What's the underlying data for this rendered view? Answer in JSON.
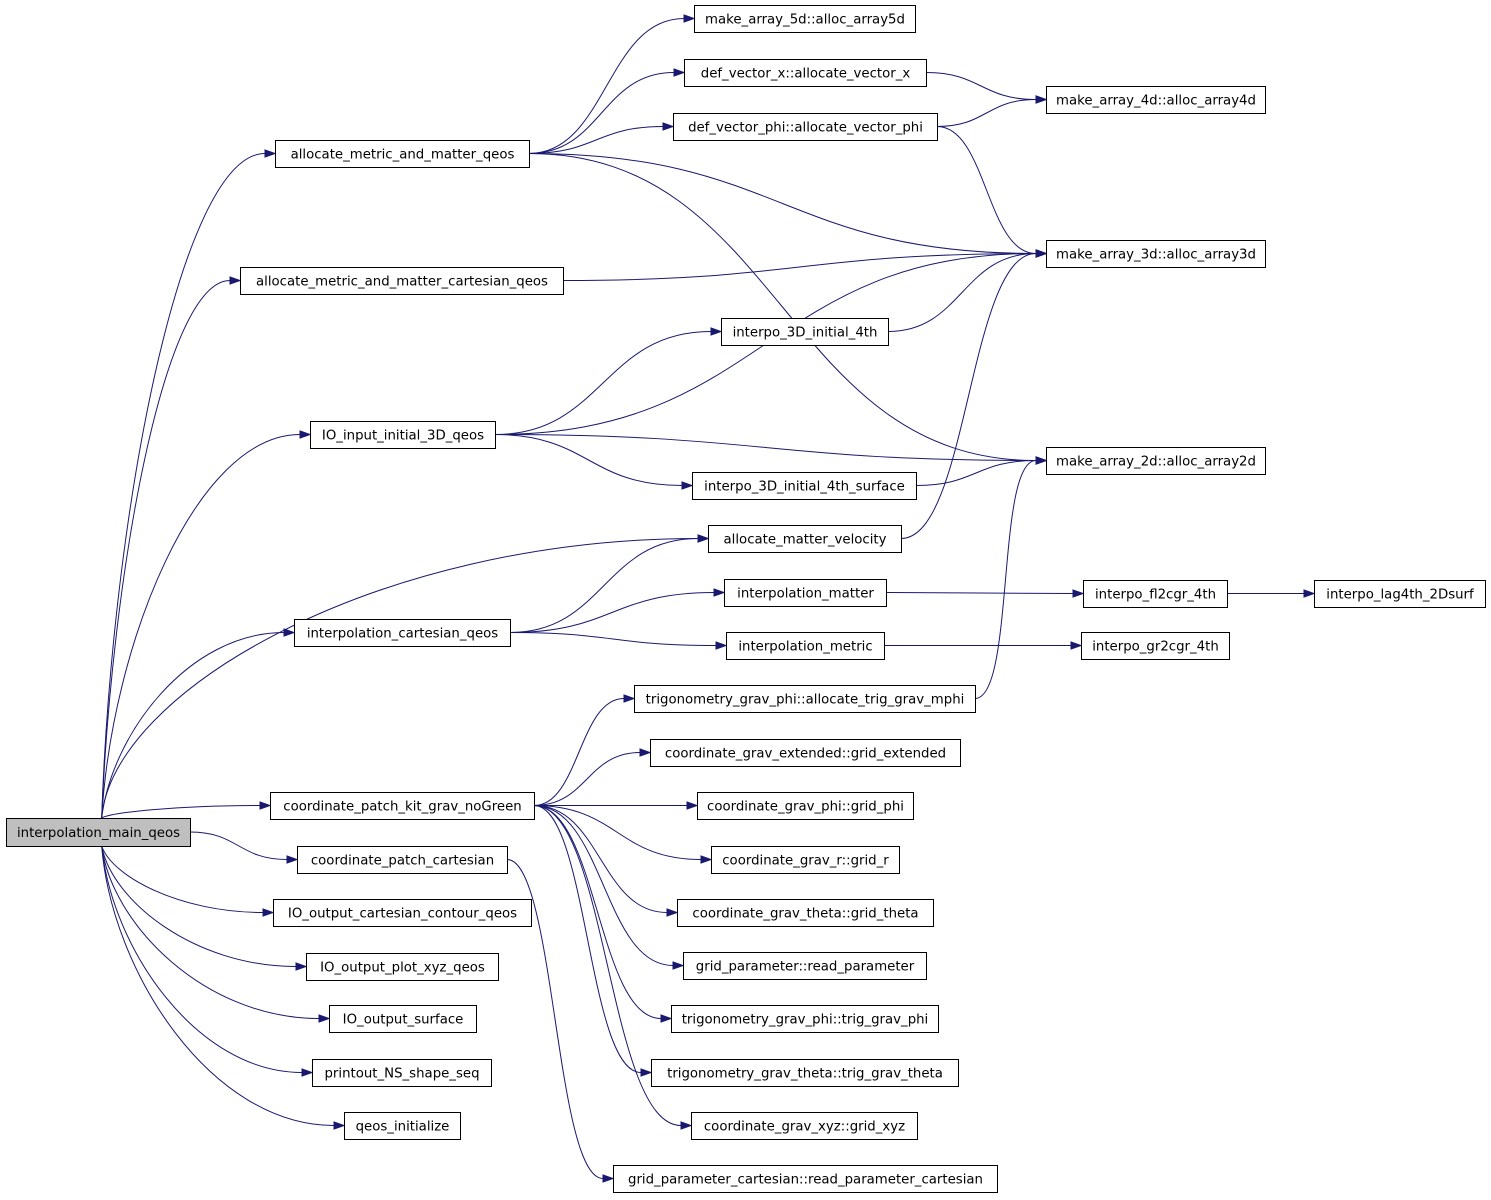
{
  "graph": {
    "root": "interpolation_main_qeos",
    "nodes": [
      {
        "id": "root",
        "label": "interpolation_main_qeos"
      },
      {
        "id": "amm",
        "label": "allocate_metric_and_matter_qeos"
      },
      {
        "id": "ammc",
        "label": "allocate_metric_and_matter_cartesian_qeos"
      },
      {
        "id": "ioin",
        "label": "IO_input_initial_3D_qeos"
      },
      {
        "id": "amv",
        "label": "allocate_matter_velocity"
      },
      {
        "id": "icq",
        "label": "interpolation_cartesian_qeos"
      },
      {
        "id": "cpk",
        "label": "coordinate_patch_kit_grav_noGreen"
      },
      {
        "id": "cpc",
        "label": "coordinate_patch_cartesian"
      },
      {
        "id": "iocc",
        "label": "IO_output_cartesian_contour_qeos"
      },
      {
        "id": "iopx",
        "label": "IO_output_plot_xyz_qeos"
      },
      {
        "id": "ios",
        "label": "IO_output_surface"
      },
      {
        "id": "pns",
        "label": "printout_NS_shape_seq"
      },
      {
        "id": "qi",
        "label": "qeos_initialize"
      },
      {
        "id": "a5",
        "label": "make_array_5d::alloc_array5d"
      },
      {
        "id": "dvx",
        "label": "def_vector_x::allocate_vector_x"
      },
      {
        "id": "dvp",
        "label": "def_vector_phi::allocate_vector_phi"
      },
      {
        "id": "a4",
        "label": "make_array_4d::alloc_array4d"
      },
      {
        "id": "a3",
        "label": "make_array_3d::alloc_array3d"
      },
      {
        "id": "i3d",
        "label": "interpo_3D_initial_4th"
      },
      {
        "id": "a2",
        "label": "make_array_2d::alloc_array2d"
      },
      {
        "id": "i3ds",
        "label": "interpo_3D_initial_4th_surface"
      },
      {
        "id": "im",
        "label": "interpolation_matter"
      },
      {
        "id": "ifl",
        "label": "interpo_fl2cgr_4th"
      },
      {
        "id": "ilag",
        "label": "interpo_lag4th_2Dsurf"
      },
      {
        "id": "imet",
        "label": "interpolation_metric"
      },
      {
        "id": "igr",
        "label": "interpo_gr2cgr_4th"
      },
      {
        "id": "tgm",
        "label": "trigonometry_grav_phi::allocate_trig_grav_mphi"
      },
      {
        "id": "cge",
        "label": "coordinate_grav_extended::grid_extended"
      },
      {
        "id": "cgp",
        "label": "coordinate_grav_phi::grid_phi"
      },
      {
        "id": "cgr",
        "label": "coordinate_grav_r::grid_r"
      },
      {
        "id": "cgt",
        "label": "coordinate_grav_theta::grid_theta"
      },
      {
        "id": "grp",
        "label": "grid_parameter::read_parameter"
      },
      {
        "id": "tgp",
        "label": "trigonometry_grav_phi::trig_grav_phi"
      },
      {
        "id": "tgt",
        "label": "trigonometry_grav_theta::trig_grav_theta"
      },
      {
        "id": "cgx",
        "label": "coordinate_grav_xyz::grid_xyz"
      },
      {
        "id": "gpc",
        "label": "grid_parameter_cartesian::read_parameter_cartesian"
      }
    ],
    "edges": [
      [
        "root",
        "amm"
      ],
      [
        "root",
        "ammc"
      ],
      [
        "root",
        "ioin"
      ],
      [
        "root",
        "amv"
      ],
      [
        "root",
        "icq"
      ],
      [
        "root",
        "cpk"
      ],
      [
        "root",
        "cpc"
      ],
      [
        "root",
        "iocc"
      ],
      [
        "root",
        "iopx"
      ],
      [
        "root",
        "ios"
      ],
      [
        "root",
        "pns"
      ],
      [
        "root",
        "qi"
      ],
      [
        "amm",
        "a5"
      ],
      [
        "amm",
        "dvx"
      ],
      [
        "amm",
        "dvp"
      ],
      [
        "amm",
        "a3"
      ],
      [
        "amm",
        "a2"
      ],
      [
        "dvx",
        "a4"
      ],
      [
        "dvp",
        "a4"
      ],
      [
        "dvp",
        "a3"
      ],
      [
        "ammc",
        "a3"
      ],
      [
        "ioin",
        "a3"
      ],
      [
        "ioin",
        "i3d"
      ],
      [
        "ioin",
        "a2"
      ],
      [
        "ioin",
        "i3ds"
      ],
      [
        "i3d",
        "a3"
      ],
      [
        "i3ds",
        "a2"
      ],
      [
        "amv",
        "a3"
      ],
      [
        "icq",
        "amv"
      ],
      [
        "icq",
        "im"
      ],
      [
        "icq",
        "imet"
      ],
      [
        "im",
        "ifl"
      ],
      [
        "ifl",
        "ilag"
      ],
      [
        "imet",
        "igr"
      ],
      [
        "tgm",
        "a2"
      ],
      [
        "cpk",
        "tgm"
      ],
      [
        "cpk",
        "cge"
      ],
      [
        "cpk",
        "cgp"
      ],
      [
        "cpk",
        "cgr"
      ],
      [
        "cpk",
        "cgt"
      ],
      [
        "cpk",
        "grp"
      ],
      [
        "cpk",
        "tgp"
      ],
      [
        "cpk",
        "tgt"
      ],
      [
        "cpk",
        "cgx"
      ],
      [
        "cpc",
        "gpc"
      ]
    ]
  }
}
